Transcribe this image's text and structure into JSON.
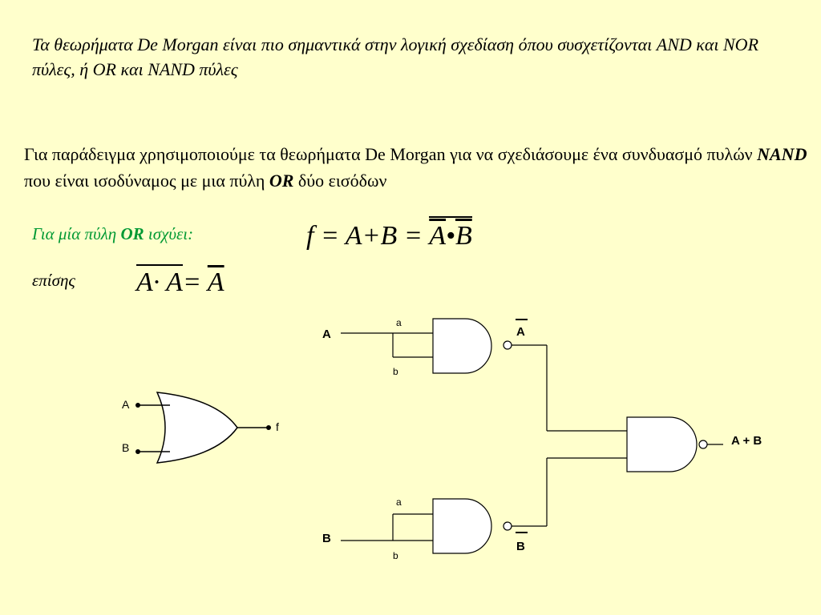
{
  "intro": "Τα θεωρήματα De Morgan είναι πιο σημαντικά στην λογική σχεδίαση όπου συσχετίζονται AND και NOR πύλες, ή OR και NAND πύλες",
  "example": {
    "pre": "Για παράδειγμα χρησιμοποιούμε τα θεωρήματα De Morgan για να σχεδιάσουμε ένα συνδυασμό πυλών ",
    "nand": "NAND",
    "mid": " που είναι ισοδύναμος με μια πύλη ",
    "or": "OR",
    "post": " δύο εισόδων"
  },
  "or_caption": {
    "pre": "Για μία πύλη ",
    "or": "OR",
    "post": " ισχύει:"
  },
  "also": "επίσης",
  "equation1": {
    "f": "f",
    "eq": "=",
    "a": "A",
    "plus": "+",
    "b": "B",
    "eq2": "=",
    "abar": "A",
    "dot": "•",
    "bbar": "B"
  },
  "equation2": {
    "a1": "A",
    "dot": "·",
    "a2": "A",
    "eq": "=",
    "abar": "A"
  },
  "or_gate": {
    "input_a": "A",
    "input_b": "B",
    "output": "f"
  },
  "nand_circuit": {
    "top_input": "A",
    "top_a": "a",
    "top_b": "b",
    "top_out": "A",
    "bottom_input": "B",
    "bottom_a": "a",
    "bottom_b": "b",
    "bottom_out": "B",
    "final_out": "A + B"
  }
}
